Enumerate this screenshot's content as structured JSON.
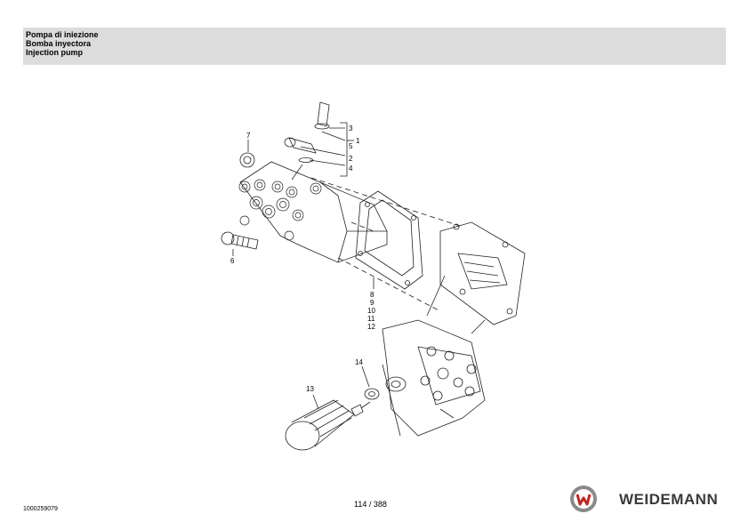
{
  "header": {
    "title_it": "Pompa di iniezione",
    "title_es": "Bomba inyectora",
    "title_en": "Injection pump"
  },
  "diagram": {
    "callouts": {
      "c1": "1",
      "c2": "2",
      "c3": "3",
      "c4": "4",
      "c5": "5",
      "c6": "6",
      "c7": "7",
      "c8": "8",
      "c9": "9",
      "c10": "10",
      "c11": "11",
      "c12": "12",
      "c13": "13",
      "c14": "14"
    }
  },
  "footer": {
    "doc_id": "1000259079",
    "page": "114 / 388",
    "brand": "WEIDEMANN",
    "brand_color": "#3a3a3a",
    "logo_accent": "#c0271f"
  }
}
